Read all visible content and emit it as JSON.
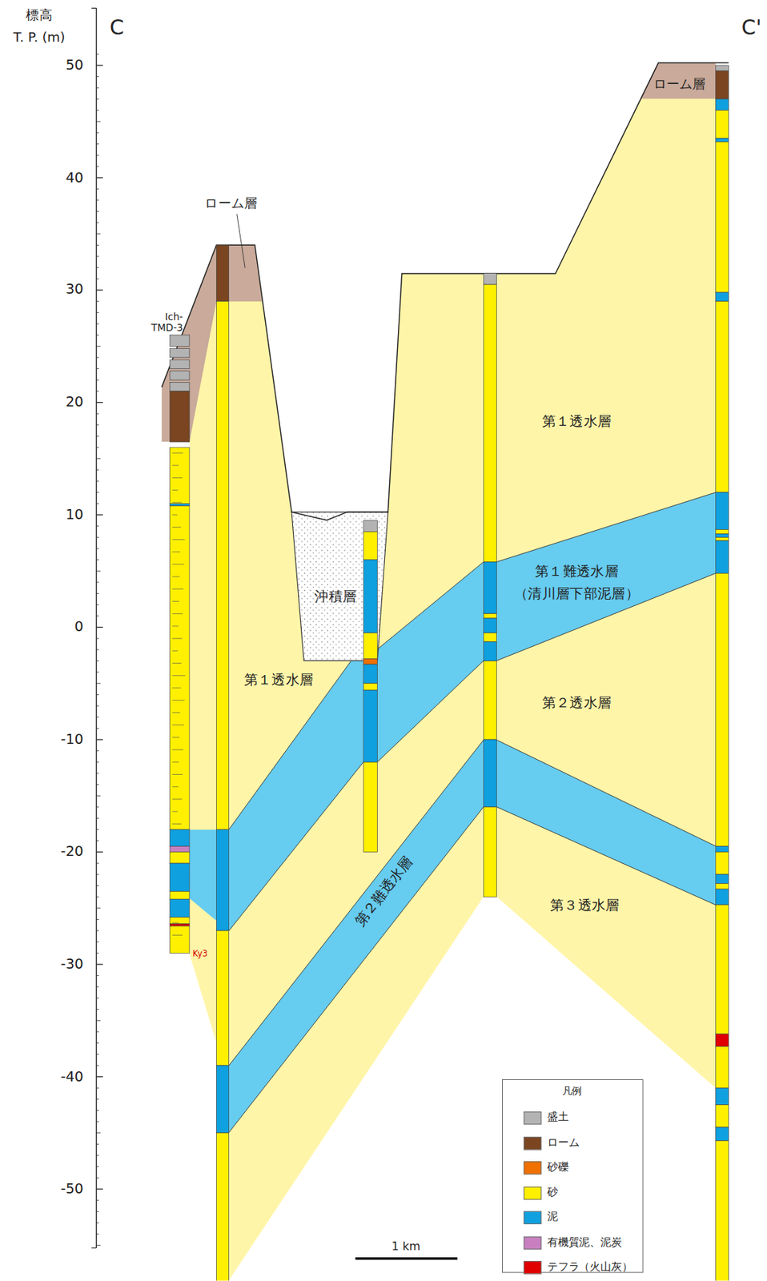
{
  "diagram": {
    "labels": [
      "標高",
      "T. P. (m)",
      "C",
      "C'",
      "50",
      "40",
      "30",
      "20",
      "10",
      "0",
      "-10",
      "-20",
      "-30",
      "-40",
      "-50",
      "ローム層",
      "Ich-TMD-3",
      "ローム層",
      "沖積層",
      "第１透水層",
      "第１透水層",
      "第１難透水層 （清川層下部泥層）",
      "第２透水層",
      "第２難透水層",
      "第３透水層",
      "Ky3",
      "1 km",
      "凡例"
    ],
    "legend": [
      {
        "text": "盛土",
        "color": "#b3b3b3"
      },
      {
        "text": "ローム",
        "color": "#7a4520"
      },
      {
        "text": "砂礫",
        "color": "#f07000"
      },
      {
        "text": "砂",
        "color": "#fff000"
      },
      {
        "text": "泥",
        "color": "#0fa0e0"
      },
      {
        "text": "有機質泥、泥炭",
        "color": "#c77fc0"
      },
      {
        "text": "テフラ（火山灰）",
        "color": "#e00000"
      }
    ]
  }
}
